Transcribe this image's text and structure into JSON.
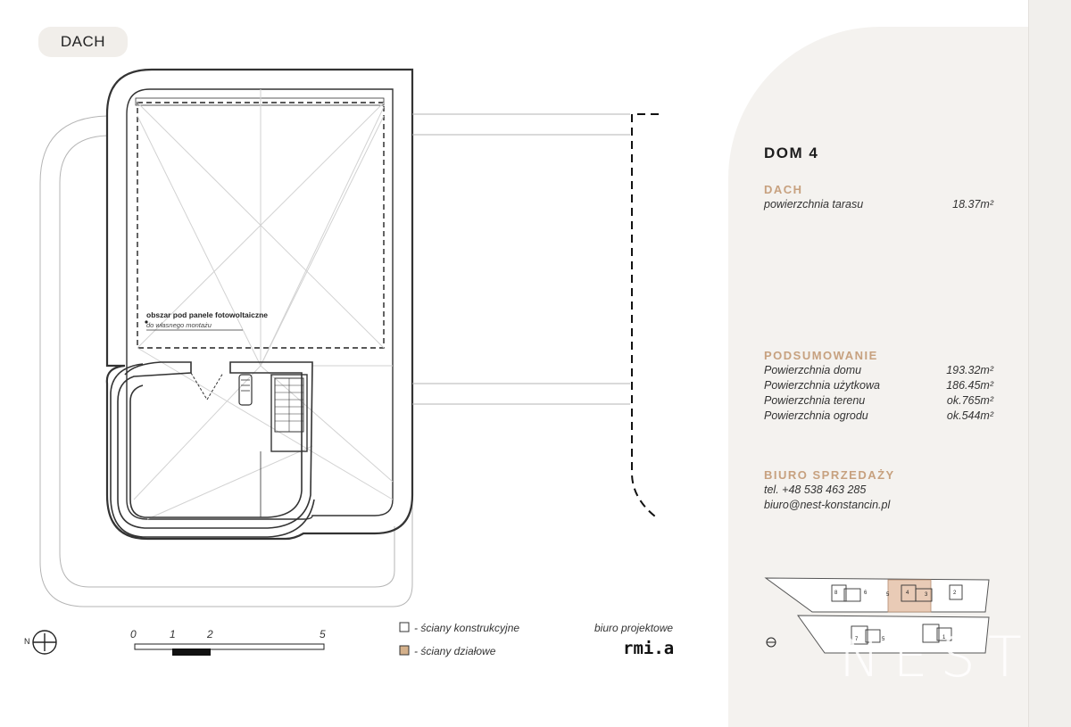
{
  "view_tag": "DACH",
  "plan": {
    "pv_area_label": "obszar pod panele fotowoltaiczne",
    "pv_area_sublabel": "do własnego montażu"
  },
  "house": {
    "title": "DOM 4",
    "roof": {
      "heading": "DACH",
      "rows": [
        {
          "label": "powierzchnia tarasu",
          "value": "18.37m²"
        }
      ]
    },
    "summary": {
      "heading": "PODSUMOWANIE",
      "rows": [
        {
          "label": "Powierzchnia domu",
          "value": "193.32m²"
        },
        {
          "label": "Powierzchnia użytkowa",
          "value": "186.45m²"
        },
        {
          "label": "Powierzchnia terenu",
          "value": "ok.765m²"
        },
        {
          "label": "Powierzchnia ogrodu",
          "value": "ok.544m²"
        }
      ]
    },
    "sales_office": {
      "heading": "BIURO SPRZEDAŻY",
      "phone": "tel. +48 538 463 285",
      "email": "biuro@nest-konstancin.pl"
    }
  },
  "legend": {
    "structural_walls": "- ściany konstrukcyjne",
    "partition_walls": "- ściany działowe",
    "structural_color": "#ffffff",
    "partition_color": "#d4b08a"
  },
  "scale_bar": {
    "ticks": [
      "0",
      "1",
      "2",
      "5"
    ]
  },
  "north_label": "N",
  "studio": {
    "label": "biuro projektowe",
    "logo": "rmi.a"
  },
  "site_plan": {
    "plot_numbers": [
      "8",
      "6",
      "5",
      "4",
      "3",
      "2",
      "7",
      "5",
      "1"
    ]
  },
  "watermark_text": "NEST",
  "colors": {
    "accent": "#c7a17f",
    "highlight_plot": "#e3bfa6"
  }
}
